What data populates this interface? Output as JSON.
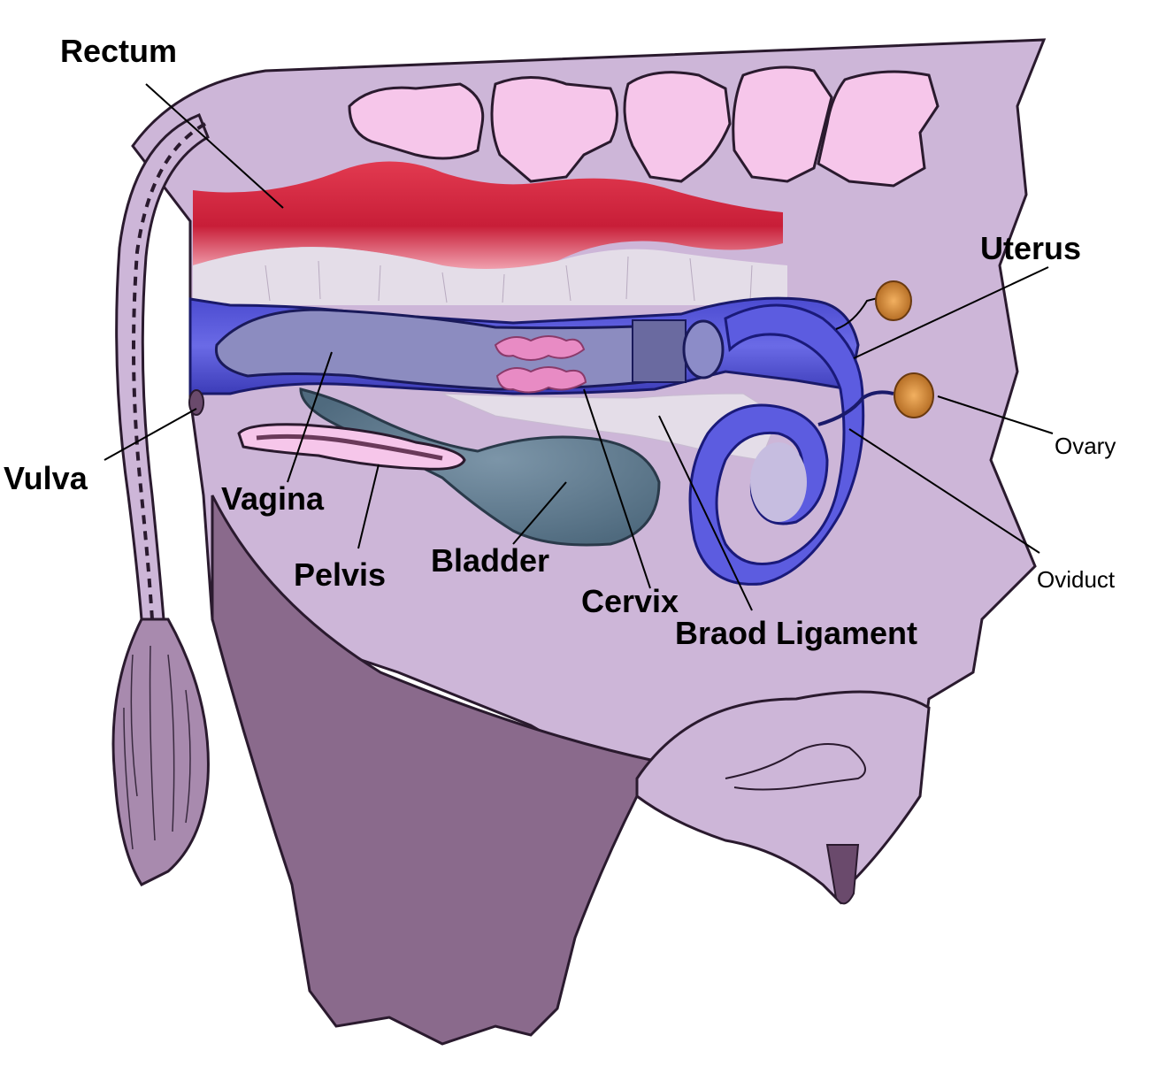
{
  "diagram": {
    "labels": {
      "rectum": "Rectum",
      "uterus": "Uterus",
      "vulva": "Vulva",
      "vagina": "Vagina",
      "pelvis": "Pelvis",
      "bladder": "Bladder",
      "cervix": "Cervix",
      "broad_ligament": "Braod Ligament",
      "ovary": "Ovary",
      "oviduct": "Oviduct"
    },
    "colors": {
      "body": "#cdb6d8",
      "leg": "#8a6a8c",
      "vertebrae": "#f6c6ea",
      "rectum": "#d8283f",
      "reproductive_tract": "#5a5ad8",
      "vagina": "#8c8cc0",
      "bladder": "#5e7a8c",
      "cervix_rings": "#e88bc4",
      "ovary": "#d88a3a",
      "ligament": "#e4dde8"
    }
  }
}
